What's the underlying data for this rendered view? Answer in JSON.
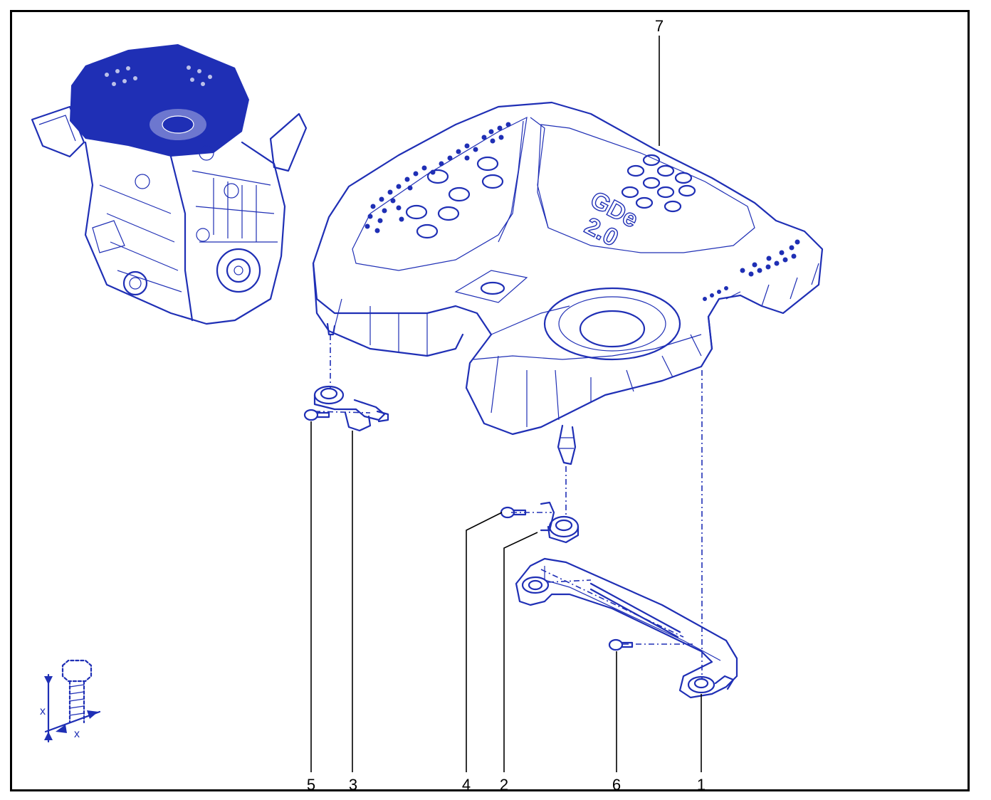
{
  "callouts": {
    "c1": "1",
    "c2": "2",
    "c3": "3",
    "c4": "4",
    "c5": "5",
    "c6": "6",
    "c7": "7"
  },
  "cover_text": {
    "line1": "GDe",
    "line2": "2.0"
  },
  "torque_legend": {
    "x_top": "x",
    "x_bottom": "x"
  },
  "colors": {
    "line": "#1f2fb5",
    "frame": "#000000"
  }
}
